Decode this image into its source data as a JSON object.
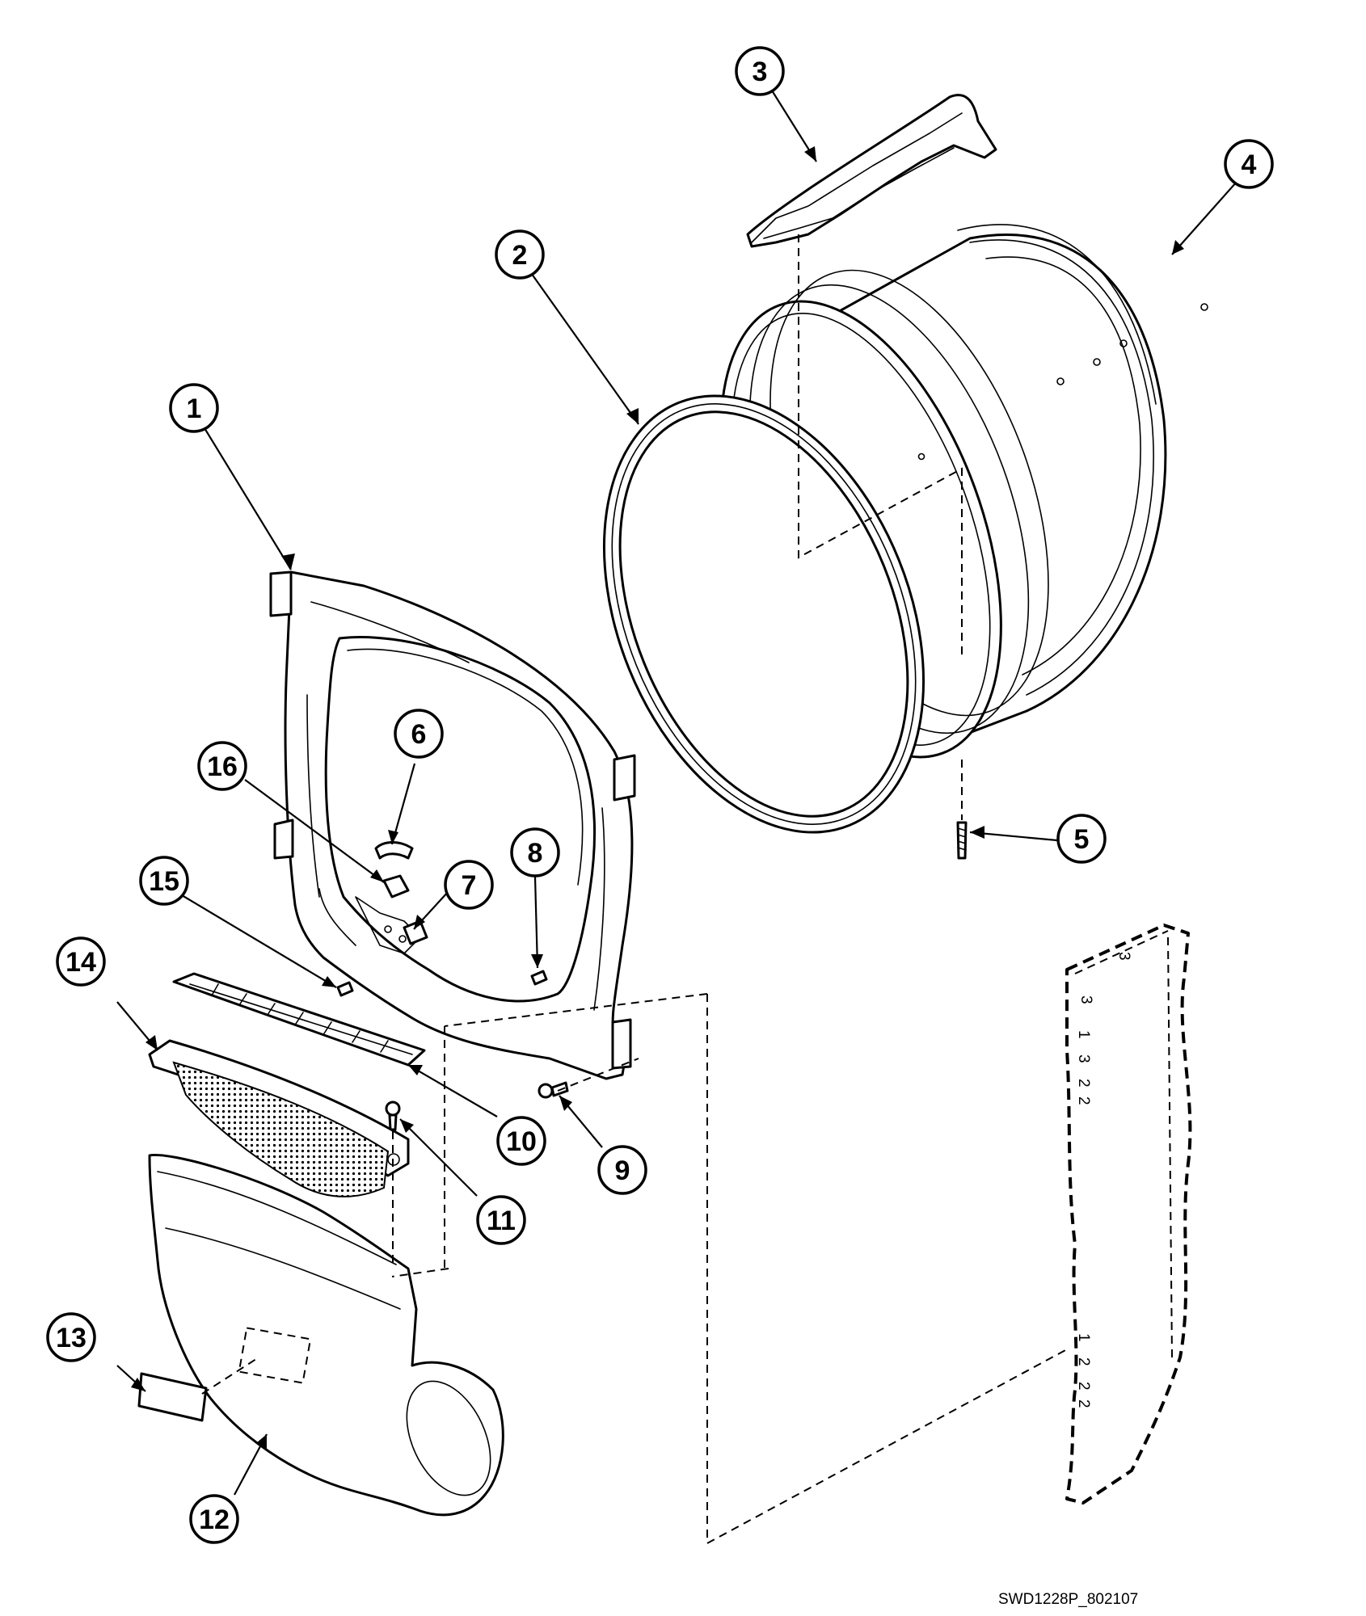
{
  "diagram": {
    "drawing_code": "SWD1228P_802107",
    "callouts": [
      {
        "id": "part-1",
        "label": "1"
      },
      {
        "id": "part-2",
        "label": "2"
      },
      {
        "id": "part-3",
        "label": "3"
      },
      {
        "id": "part-4",
        "label": "4"
      },
      {
        "id": "part-5",
        "label": "5"
      },
      {
        "id": "part-6",
        "label": "6"
      },
      {
        "id": "part-7",
        "label": "7"
      },
      {
        "id": "part-8",
        "label": "8"
      },
      {
        "id": "part-9",
        "label": "9"
      },
      {
        "id": "part-10",
        "label": "10"
      },
      {
        "id": "part-11",
        "label": "11"
      },
      {
        "id": "part-12",
        "label": "12"
      },
      {
        "id": "part-13",
        "label": "13"
      },
      {
        "id": "part-14",
        "label": "14"
      },
      {
        "id": "part-15",
        "label": "15"
      },
      {
        "id": "part-16",
        "label": "16"
      }
    ],
    "side_panel_marks": [
      "3",
      "3",
      "1",
      "3",
      "2",
      "2",
      "2",
      "1",
      "2",
      "2"
    ]
  }
}
